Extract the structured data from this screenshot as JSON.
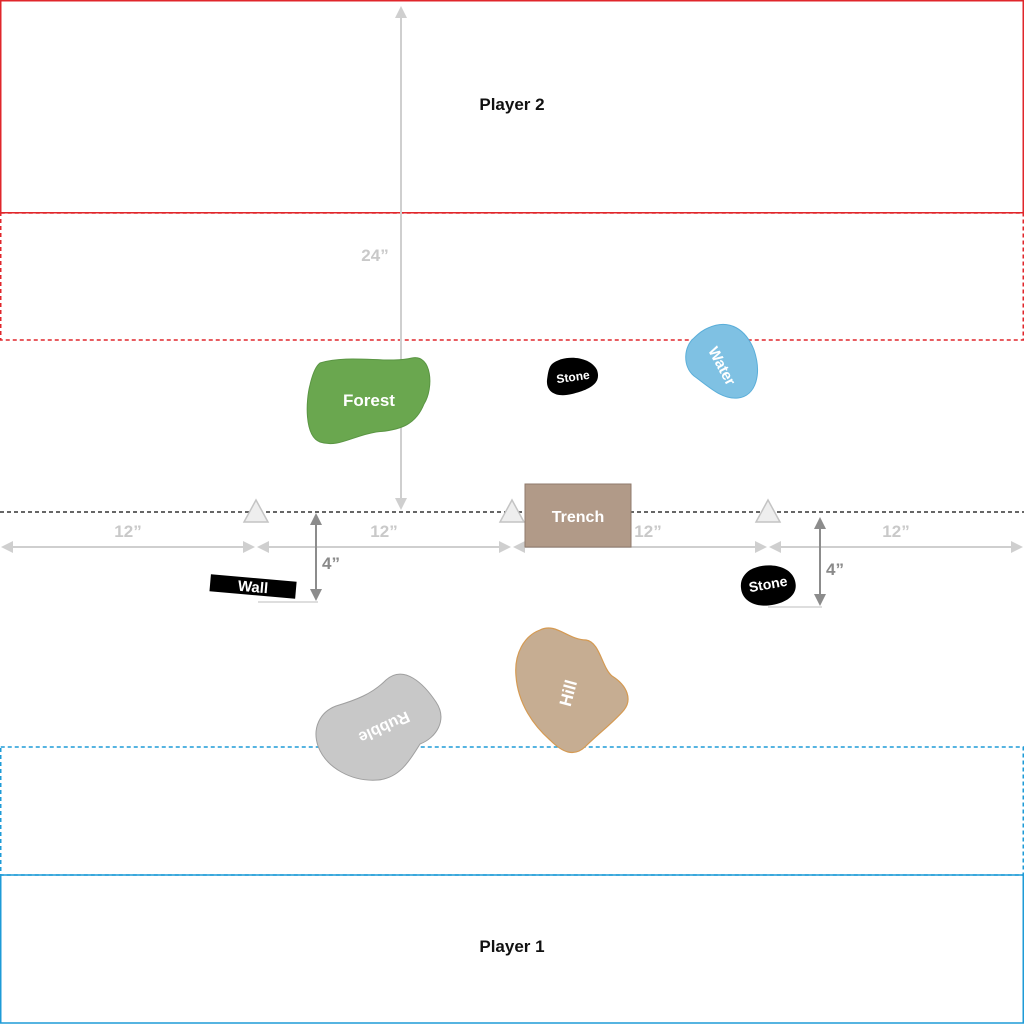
{
  "zones": {
    "player2": {
      "label": "Player 2",
      "color": "#e0262b"
    },
    "player1": {
      "label": "Player 1",
      "color": "#1e9bd7"
    }
  },
  "measurements": {
    "depth": "24”",
    "segments": [
      "12”",
      "12”",
      "12”",
      "12”"
    ],
    "offset_left": "4”",
    "offset_right": "4”"
  },
  "terrain": {
    "forest": {
      "label": "Forest",
      "color": "#6aa74f"
    },
    "stone_top": {
      "label": "Stone",
      "color": "#000000"
    },
    "water": {
      "label": "Water",
      "color": "#7fc1e3"
    },
    "trench": {
      "label": "Trench",
      "color": "#b19a88"
    },
    "wall": {
      "label": "Wall",
      "color": "#000000"
    },
    "stone_right": {
      "label": "Stone",
      "color": "#000000"
    },
    "hill": {
      "label": "Hill",
      "color": "#c6ad92"
    },
    "rubble": {
      "label": "Rubble",
      "color": "#c8c8c8"
    }
  },
  "markers": {
    "objective_icon": "triangle-marker-icon"
  }
}
